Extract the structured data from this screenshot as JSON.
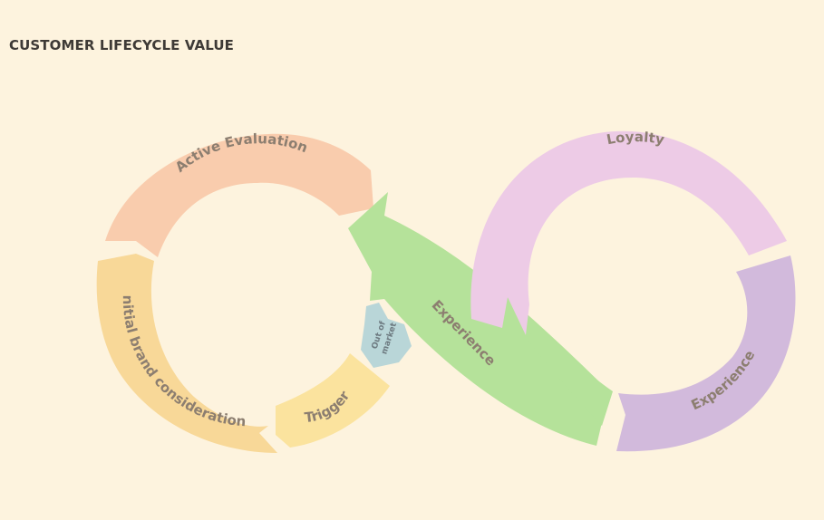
{
  "title": "CUSTOMER LIFECYCLE VALUE",
  "segments": {
    "active_evaluation": {
      "label": "Active Evaluation",
      "color": "#f9ccad"
    },
    "initial_brand": {
      "label": "Initial brand consideration",
      "color": "#f8d898"
    },
    "trigger": {
      "label": "Trigger",
      "color": "#fbe39e"
    },
    "out_of_market": {
      "label": "Out of market",
      "line1": "Out of",
      "line2": "market",
      "color": "#b9d6d8"
    },
    "experience_left": {
      "label": "Experience",
      "color": "#b5e29a"
    },
    "loyalty": {
      "label": "Loyalty",
      "color": "#edcbe6"
    },
    "experience_right": {
      "label": "Experience",
      "color": "#d2badc"
    }
  }
}
